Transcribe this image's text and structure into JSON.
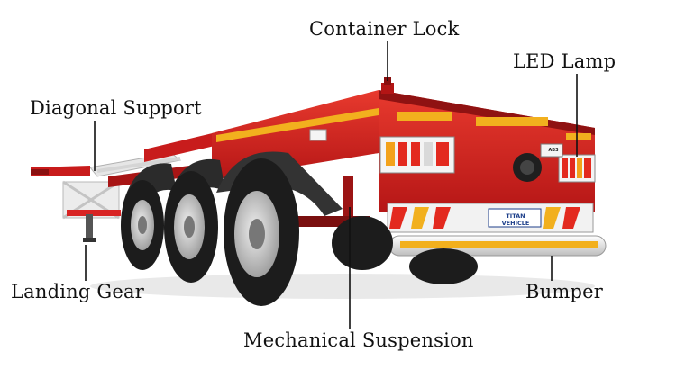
{
  "labels": {
    "container_lock": "Container Lock",
    "led_lamp": "LED Lamp",
    "diagonal_support": "Diagonal Support",
    "landing_gear": "Landing Gear",
    "bumper": "Bumper",
    "mechanical_suspension": "Mechanical Suspension"
  },
  "rear_panel": {
    "brand_text": "TITAN VEHICLE",
    "plate_text": "AB3"
  },
  "colors": {
    "frame_red": "#d51f1f",
    "dark_red": "#9c1414",
    "reflective_yellow": "#f2b01e",
    "tire": "#1c1c1c",
    "rim": "#c9c9c9",
    "landing_gear_white": "#e8e8e8"
  }
}
